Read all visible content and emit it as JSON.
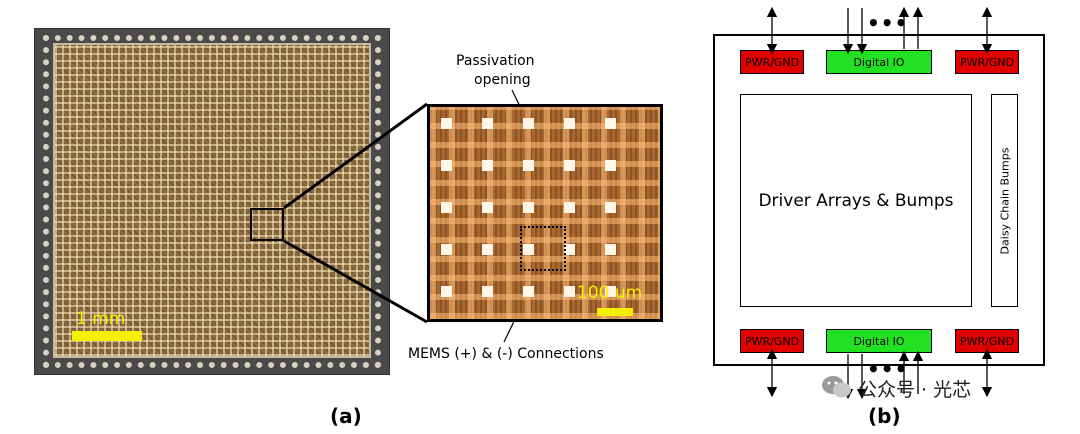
{
  "panel_a": {
    "scale_left": "1 mm",
    "scale_zoom": "100 um",
    "callout_top_line1": "Passivation",
    "callout_top_line2": "opening",
    "callout_bottom": "MEMS (+) & (-) Connections",
    "figure_label": "(a)"
  },
  "panel_b": {
    "top_left": "PWR/GND",
    "top_mid": "Digital IO",
    "top_right": "PWR/GND",
    "bottom_left": "PWR/GND",
    "bottom_mid": "Digital IO",
    "bottom_right": "PWR/GND",
    "driver": "Driver Arrays & Bumps",
    "daisy": "Daisy Chain Bumps",
    "ellipsis": "•••",
    "figure_label": "(b)"
  },
  "watermark": "公众号 · 光芯",
  "colors": {
    "pwr": "#e00000",
    "io": "#22e022",
    "scale": "#f5f000"
  }
}
